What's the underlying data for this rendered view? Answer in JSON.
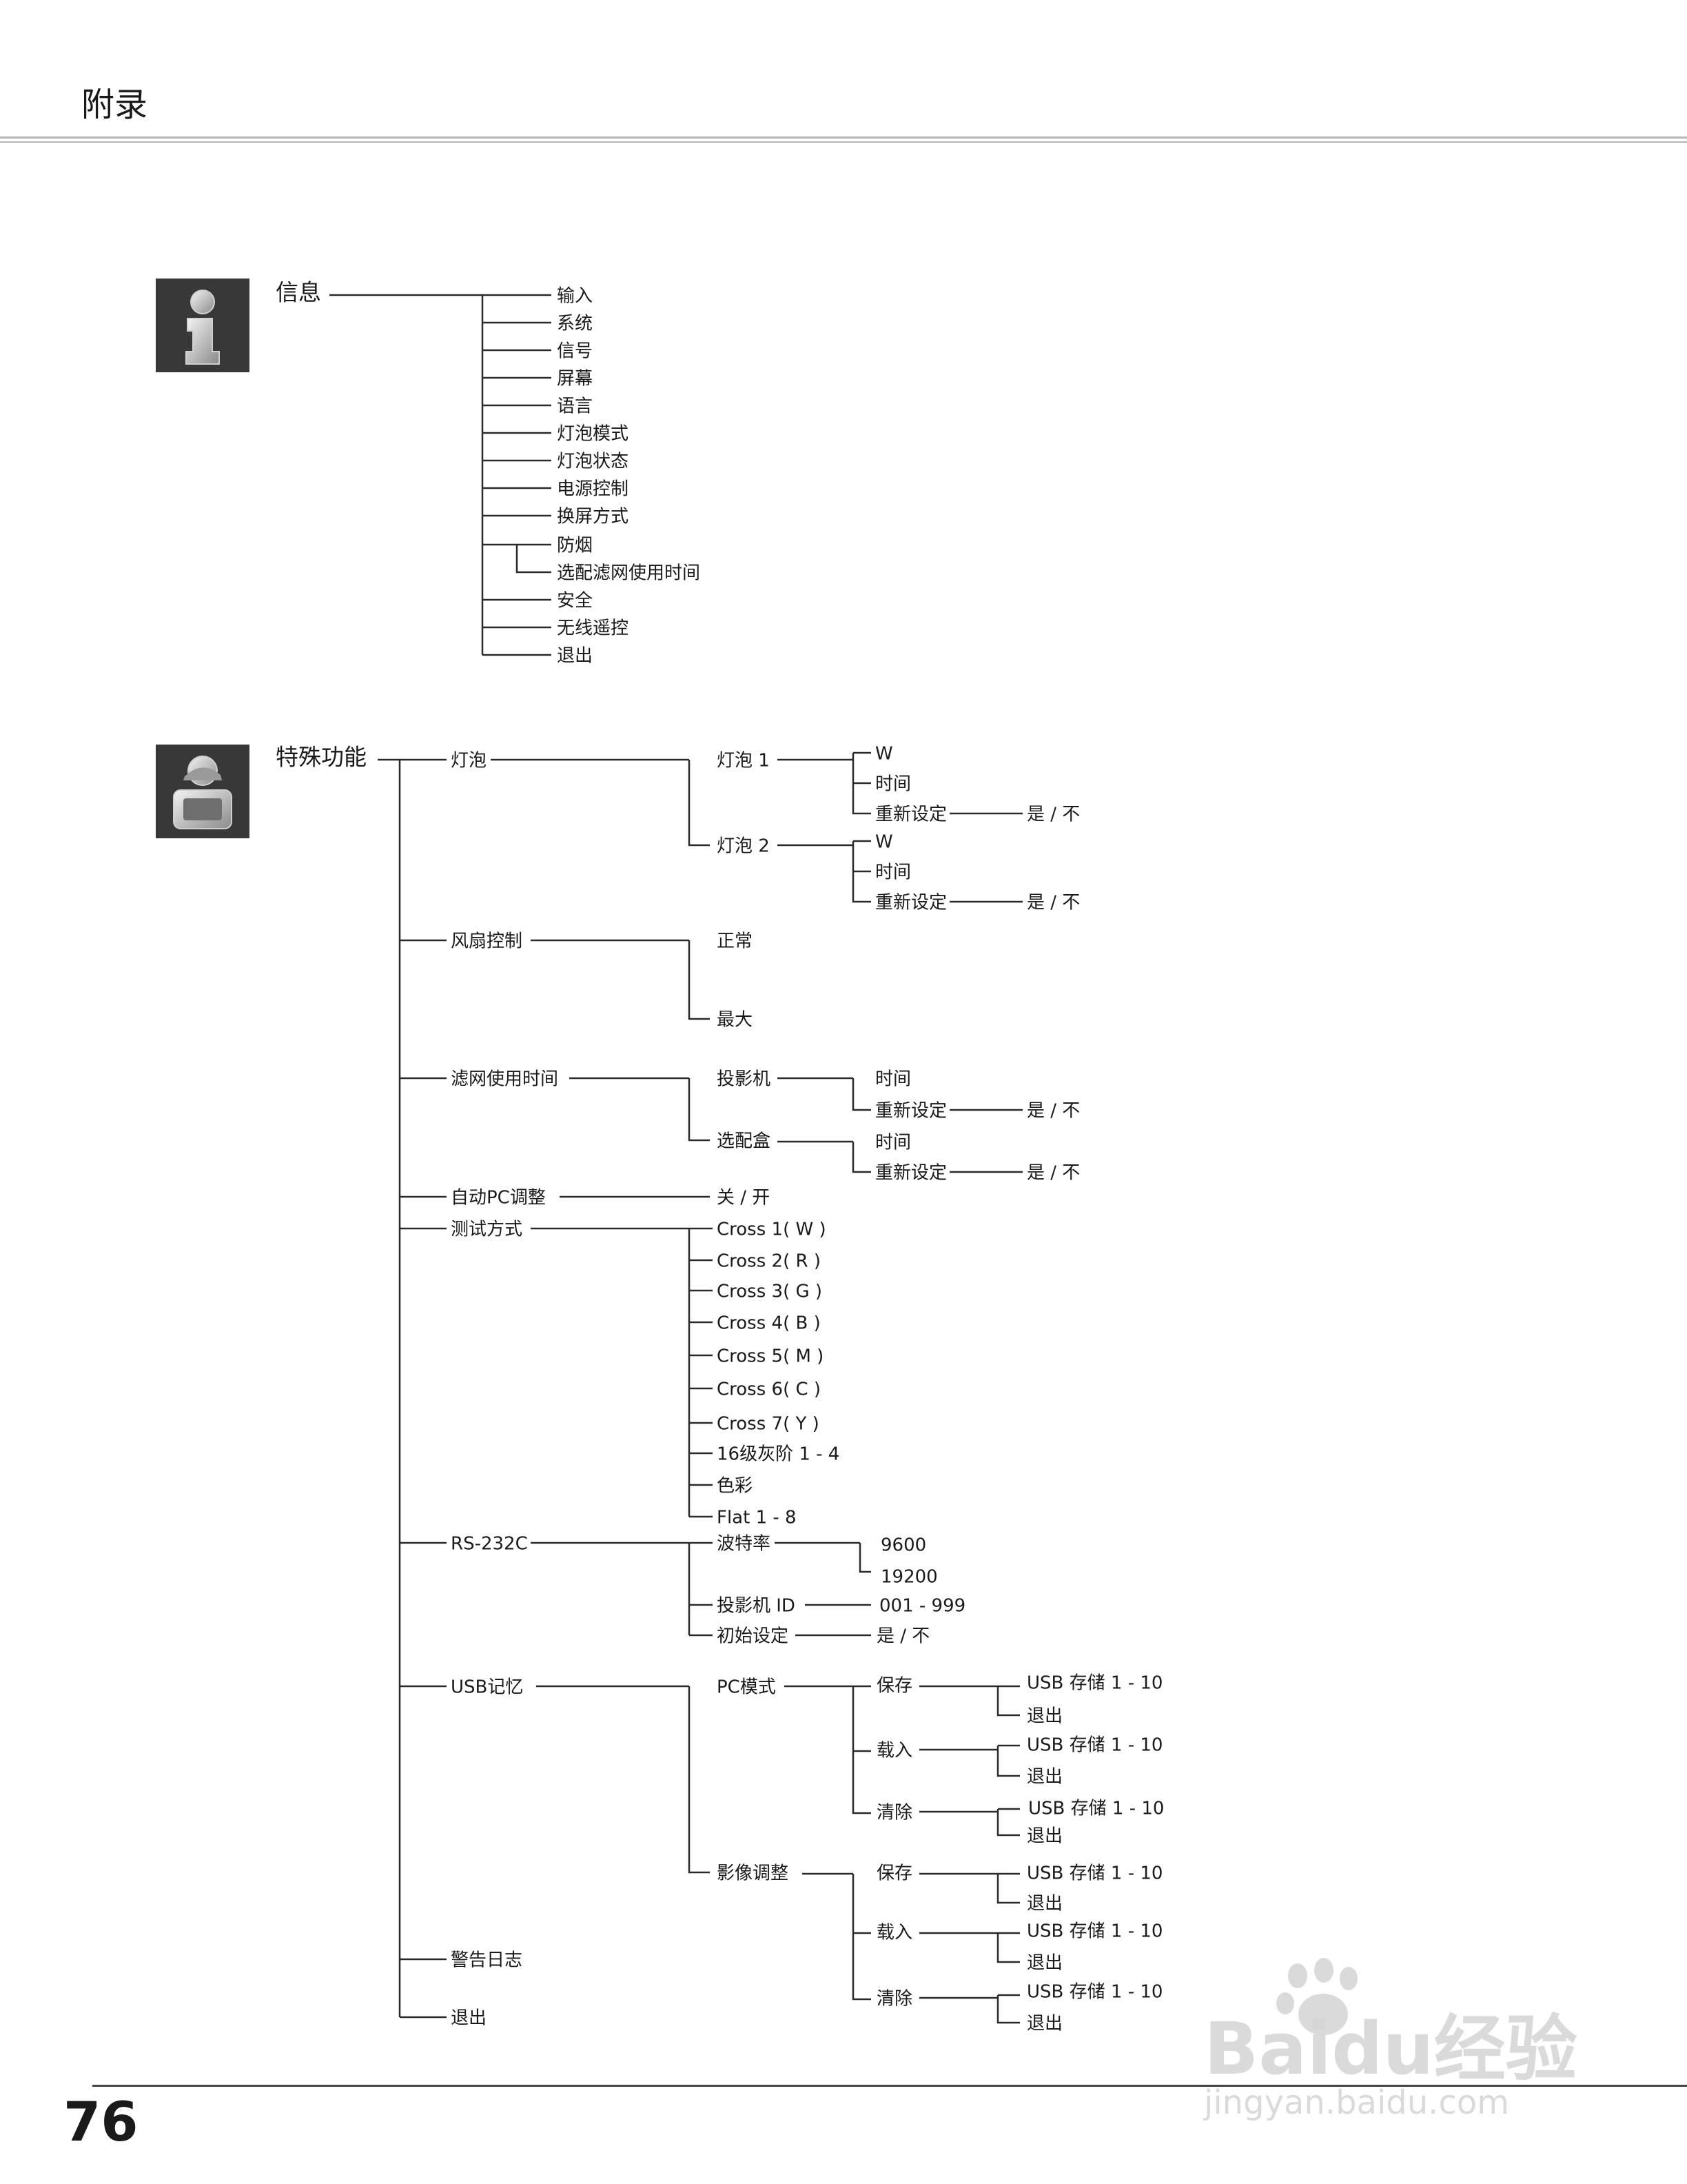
{
  "header": {
    "title": "附录"
  },
  "page_number": "76",
  "watermark": {
    "brand": "Baidu经验",
    "url": "jingyan.baidu.com"
  },
  "info_menu": {
    "title": "信息",
    "items": [
      "输入",
      "系统",
      "信号",
      "屏幕",
      "语言",
      "灯泡模式",
      "灯泡状态",
      "电源控制",
      "换屏方式",
      "防烟",
      "选配滤网使用时间",
      "安全",
      "无线遥控",
      "退出"
    ]
  },
  "special_menu": {
    "title": "特殊功能",
    "lamp": {
      "label": "灯泡",
      "lamp1": "灯泡 1",
      "lamp2": "灯泡 2",
      "w": "W",
      "time": "时间",
      "reset": "重新设定",
      "yes_no": "是 / 不"
    },
    "fan": {
      "label": "风扇控制",
      "normal": "正常",
      "max": "最大"
    },
    "filter": {
      "label": "滤网使用时间",
      "projector": "投影机",
      "option_box": "选配盒",
      "time": "时间",
      "reset": "重新设定",
      "yes_no": "是 / 不"
    },
    "auto_pc": {
      "label": "自动PC调整",
      "value": "关 / 开"
    },
    "test": {
      "label": "测试方式",
      "items": [
        "Cross 1( W )",
        "Cross 2( R )",
        "Cross 3( G )",
        "Cross 4( B )",
        "Cross 5( M )",
        "Cross 6( C )",
        "Cross 7( Y )",
        "16级灰阶 1 - 4",
        "色彩",
        "Flat 1 - 8"
      ]
    },
    "rs232c": {
      "label": "RS-232C",
      "baud": "波特率",
      "baud_9600": "9600",
      "baud_19200": "19200",
      "projector_id": "投影机 ID",
      "id_range": "001 - 999",
      "init": "初始设定",
      "yes_no": "是 / 不"
    },
    "usb": {
      "label": "USB记忆",
      "pc_mode": "PC模式",
      "image_adjust": "影像调整",
      "save": "保存",
      "load": "载入",
      "clear": "清除",
      "storage": "USB 存储 1 - 10",
      "exit": "退出"
    },
    "warning_log": "警告日志",
    "exit": "退出"
  },
  "icons": [
    "info-icon",
    "special-function-icon"
  ]
}
